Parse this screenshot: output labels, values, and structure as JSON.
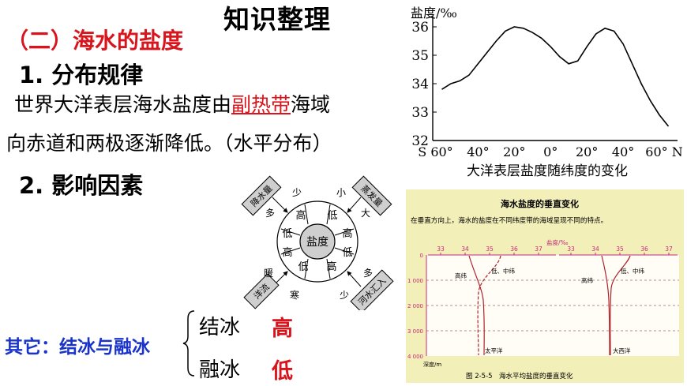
{
  "title": "知识整理",
  "section": "（二）海水的盐度",
  "rule": {
    "heading": "1. 分布规律",
    "line1_prefix": "世界大洋表层海水盐度由",
    "line1_highlight": "副热带",
    "line1_suffix": "海域",
    "line2": "向赤道和两极逐渐降低。（水平分布）"
  },
  "factors": {
    "heading": "2. 影响因素",
    "center": "盐度",
    "evap": "蒸发量",
    "precip": "降水量",
    "current": "洋流",
    "river": "河水汇入",
    "few": "少",
    "many": "多",
    "big": "大",
    "small": "小",
    "warm": "暖",
    "cold": "寒",
    "high": "高",
    "low": "低"
  },
  "other": {
    "label": "其它：结冰与融冰",
    "freeze": "结冰",
    "freeze_val": "高",
    "melt": "融冰",
    "melt_val": "低"
  },
  "surface_chart": {
    "ylabel": "盐度/‰",
    "caption": "大洋表层盐度随纬度的变化",
    "x_ticks": [
      "S 60°",
      "40°",
      "20°",
      "0°",
      "20°",
      "40°",
      "60° N"
    ],
    "y_ticks": [
      "36",
      "35",
      "34",
      "33",
      "32"
    ]
  },
  "vertical_figure": {
    "heading": "海水盐度的垂直变化",
    "desc": "在垂直方向上，海水的盐度在不同纬度带的海域呈现不同的特点。",
    "axis_label": "盐度/‰",
    "depth_label": "深度/m",
    "sal_ticks": [
      "33",
      "34",
      "35",
      "36",
      "37"
    ],
    "depth_ticks": [
      "0",
      "1 000",
      "2 000",
      "3 000",
      "4 000"
    ],
    "lbl_high": "高纬",
    "lbl_lowmid": "低、中纬",
    "pacific": "太平洋",
    "atlantic": "大西洋",
    "caption": "图 2-5-5　海水平均盐度的垂直变化"
  },
  "chart_data": [
    {
      "type": "line",
      "title": "大洋表层盐度随纬度的变化",
      "ylabel": "盐度/‰",
      "xlabel": "",
      "ylim": [
        32,
        36
      ],
      "x": [
        -60,
        -55,
        -50,
        -45,
        -40,
        -35,
        -30,
        -25,
        -20,
        -15,
        -10,
        -5,
        0,
        5,
        10,
        15,
        20,
        25,
        30,
        35,
        40,
        45,
        50,
        55,
        60,
        65
      ],
      "series": [
        {
          "values": [
            33.8,
            34.0,
            34.1,
            34.3,
            34.7,
            35.1,
            35.5,
            35.85,
            36.0,
            35.95,
            35.8,
            35.6,
            35.3,
            34.95,
            34.7,
            34.8,
            35.3,
            35.75,
            35.95,
            35.85,
            35.4,
            34.7,
            34.0,
            33.4,
            32.9,
            32.5
          ]
        }
      ]
    }
  ]
}
